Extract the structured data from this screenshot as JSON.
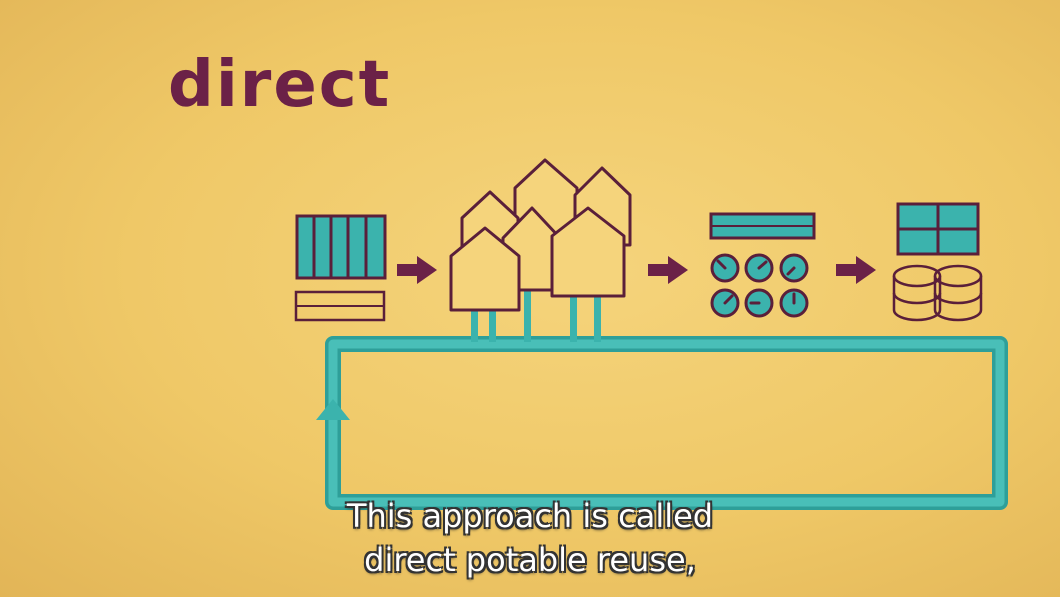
{
  "title": "direct",
  "subtitles": {
    "line1": "This approach is called",
    "line2": "direct potable reuse,"
  },
  "colors": {
    "background": "#f0c86a",
    "teal": "#3bb3ad",
    "plum": "#6b2147",
    "outline": "#5a1f3a"
  }
}
